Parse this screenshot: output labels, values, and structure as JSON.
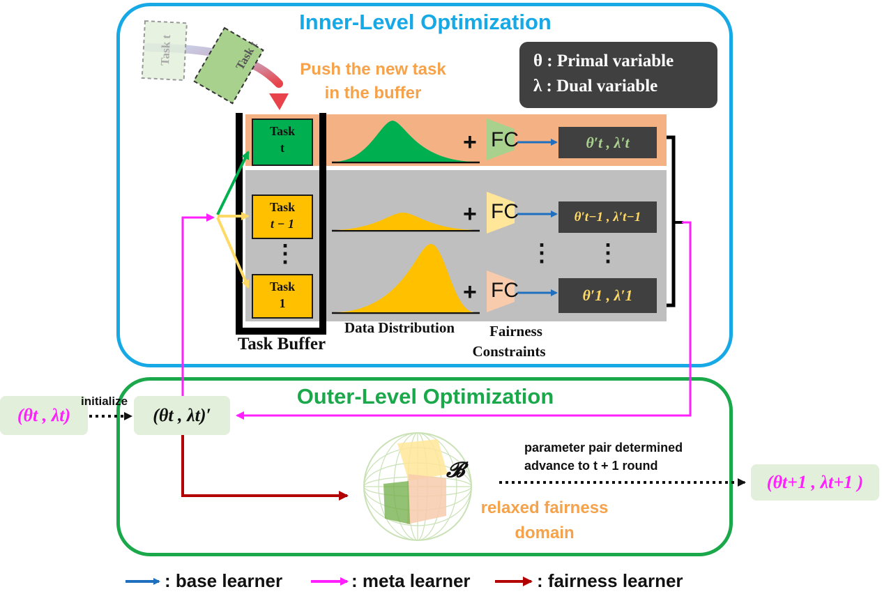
{
  "inner": {
    "title": "Inner-Level Optimization",
    "push_line1": "Push the new task",
    "push_line2": "in the buffer",
    "legend_theta": "θ : Primal variable",
    "legend_lambda": "λ : Dual variable",
    "floating_task_label": "Task t",
    "buffer_label": "Task Buffer",
    "data_dist_label": "Data Distribution",
    "fairness_line1": "Fairness",
    "fairness_line2": "Constraints",
    "tasks": [
      {
        "line1": "Task",
        "line2": "t"
      },
      {
        "line1": "Task",
        "line2": "t − 1"
      },
      {
        "line1": "Task",
        "line2": "1"
      }
    ],
    "fc_label": "FC",
    "plus": "+",
    "params": [
      "θ′t , λ′t",
      "θ′t−1 , λ′t−1",
      "θ′1 , λ′1"
    ],
    "ellipsis": "⋮"
  },
  "outer": {
    "title": "Outer-Level Optimization",
    "init_pill": "(θt , λt)",
    "initialize_label": "initialize",
    "prime_pill": "(θt , λt)′",
    "ball_label": "𝓑",
    "relaxed_line1": "relaxed fairness",
    "relaxed_line2": "domain",
    "determined_line1": "parameter pair determined",
    "determined_line2": "advance to t + 1 round",
    "next_pill": "(θt+1 , λt+1 )"
  },
  "legend": {
    "base": ": base learner",
    "meta": ": meta learner",
    "fairness": ": fairness learner"
  },
  "colors": {
    "inner_frame": "#17a9e6",
    "outer_frame": "#1aa84a",
    "orange_text": "#f5a24b",
    "magenta": "#ff1fff",
    "dark_red": "#b20000",
    "blue": "#1f6fbf",
    "green_task": "#00b050",
    "yellow_task": "#ffc000",
    "salmon_band": "#f4b183",
    "gray_band": "#bfbfbf"
  }
}
